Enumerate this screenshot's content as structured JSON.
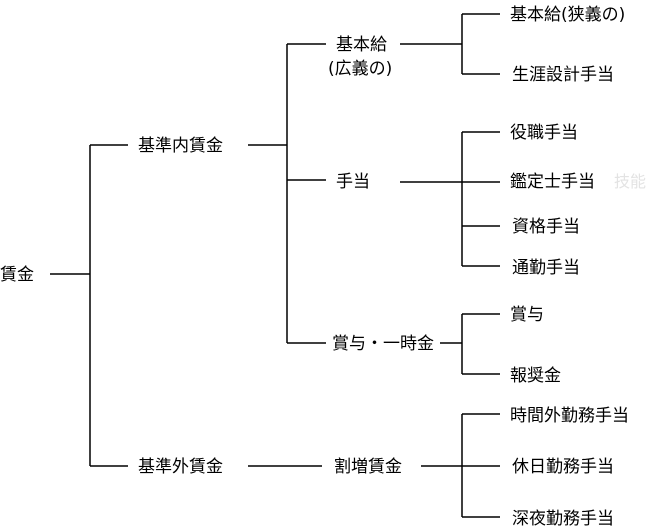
{
  "tree": {
    "root": "賃金",
    "inner_wage": "基準内賃金",
    "outer_wage": "基準外賃金",
    "basic_pay_line1": "基本給",
    "basic_pay_line2": "(広義の)",
    "allowance": "手当",
    "bonus_lump": "賞与・一時金",
    "overtime_pay": "割増賃金",
    "basic_pay_narrow": "基本給(狭義の)",
    "career_design_allowance": "生涯設計手当",
    "position_allowance": "役職手当",
    "appraiser_allowance": "鑑定士手当",
    "appraiser_ghost": "技能",
    "qualification_allowance": "資格手当",
    "commute_allowance": "通勤手当",
    "bonus": "賞与",
    "reward": "報奨金",
    "after_hours_allowance": "時間外勤務手当",
    "holiday_allowance": "休日勤務手当",
    "night_allowance": "深夜勤務手当"
  }
}
